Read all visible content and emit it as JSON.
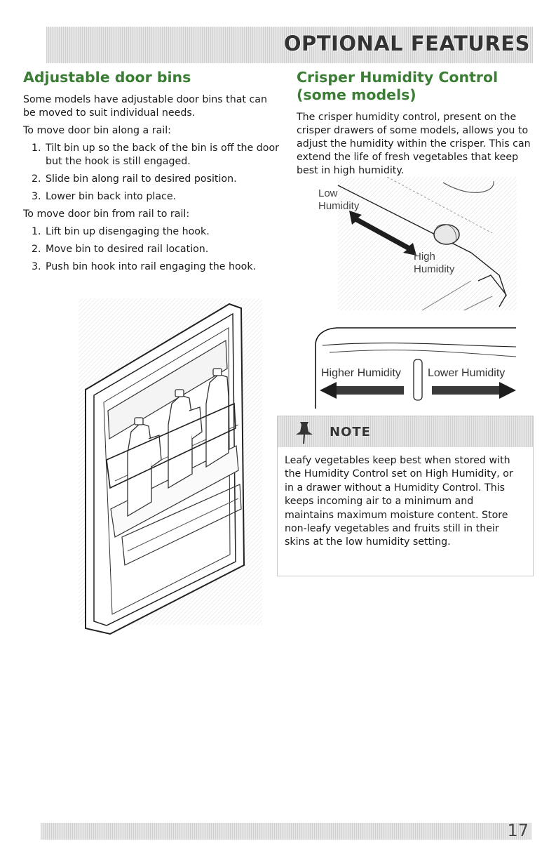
{
  "header": {
    "title": "OPTIONAL FEATURES"
  },
  "left": {
    "heading": "Adjustable door bins",
    "intro": "Some models have adjustable door bins that can be moved to suit individual needs.",
    "rail_intro": "To move door bin along a rail:",
    "rail_steps": [
      {
        "num": "1.",
        "text": "Tilt bin up so the back of the bin is off the door but the hook is still engaged."
      },
      {
        "num": "2.",
        "text": "Slide bin along rail to desired position."
      },
      {
        "num": "3.",
        "text": "Lower bin back into place."
      }
    ],
    "rail2_intro": "To move door bin from rail to rail:",
    "rail2_steps": [
      {
        "num": "1.",
        "text": "Lift bin up disengaging the hook."
      },
      {
        "num": "2.",
        "text": "Move bin to desired rail location."
      },
      {
        "num": "3.",
        "text": "Push bin hook into rail engaging the hook."
      }
    ]
  },
  "right": {
    "heading": "Crisper Humidity Control (some models)",
    "body": "The crisper humidity control, present on the crisper drawers of some models, allows you to adjust the humidity within the crisper. This can extend the life of fresh vegetables that keep best in high humidity.",
    "diagram1": {
      "low": "Low",
      "low2": "Humidity",
      "high": "High",
      "high2": "Humidity"
    },
    "diagram2": {
      "higher": "Higher Humidity",
      "lower": "Lower Humidity"
    }
  },
  "note": {
    "title": "NOTE",
    "text": "Leafy vegetables keep best when stored with the Humidity Control set on High Humidity, or in a drawer without a Humidity Control. This keeps incoming air to a minimum and maintains maximum moisture content. Store non-leafy vegetables and fruits still in their skins at the low humidity setting."
  },
  "footer": {
    "page": "17"
  },
  "colors": {
    "heading": "#3b7d35"
  }
}
